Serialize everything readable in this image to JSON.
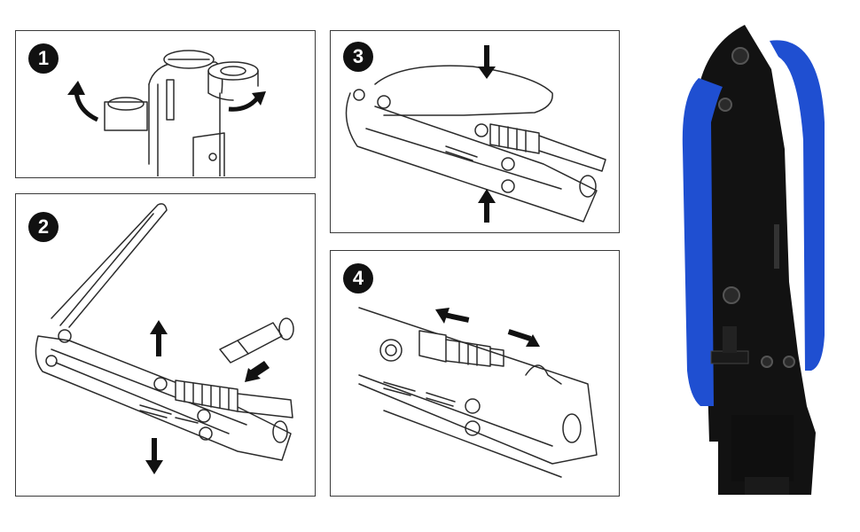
{
  "steps": [
    {
      "number": "1",
      "caption": ""
    },
    {
      "number": "2",
      "caption": ""
    },
    {
      "number": "3",
      "caption": ""
    },
    {
      "number": "4",
      "caption": ""
    }
  ],
  "colors": {
    "line": "#2b2b2b",
    "handle_blue": "#1f4fd1",
    "tool_black": "#121212",
    "badge": "#111111"
  },
  "icons": [
    "down-arrow-icon",
    "up-arrow-icon",
    "left-arrow-icon",
    "right-arrow-icon",
    "curved-arrow-icon"
  ]
}
